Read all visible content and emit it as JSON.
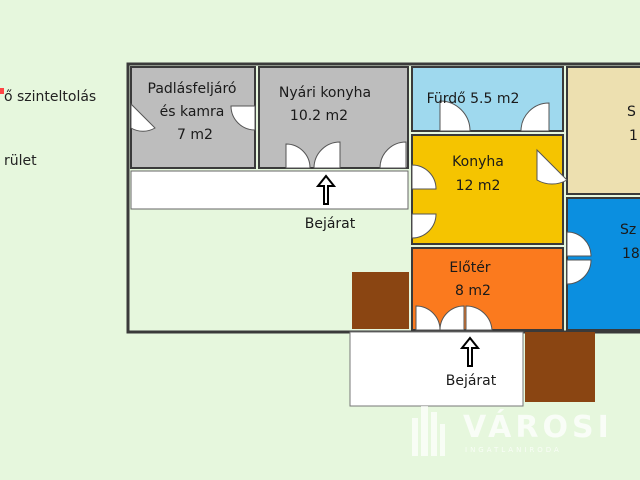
{
  "legend": {
    "item1": "ő szinteltolás",
    "item2": "rület"
  },
  "rooms": {
    "padlas_line1": "Padlásfeljáró",
    "padlas_line2": "és kamra",
    "padlas_area": "7 m2",
    "nyari_line1": "Nyári konyha",
    "nyari_area": "10.2 m2",
    "furdo": "Fürdő 5.5 m2",
    "konyha_line1": "Konyha",
    "konyha_area": "12 m2",
    "eloter_line1": "Előtér",
    "eloter_area": "8 m2",
    "szoba1_partial": "S",
    "szoba1_area_partial": "1",
    "szoba2_partial": "Sz",
    "szoba2_area_partial": "18"
  },
  "entrances": {
    "top": "Bejárat",
    "bottom": "Bejárat"
  },
  "watermark": {
    "brand": "VÁROSI",
    "sub": "INGATLANIRODA"
  },
  "colors": {
    "background": "#e6f7dd",
    "gray_room": "#bdbdbd",
    "furdo": "#9fd9ee",
    "konyha": "#f5c400",
    "eloter": "#fb7a1e",
    "szoba_beige": "#ede0b0",
    "szoba_blue": "#0b8fe0",
    "brown": "#8a4512"
  }
}
